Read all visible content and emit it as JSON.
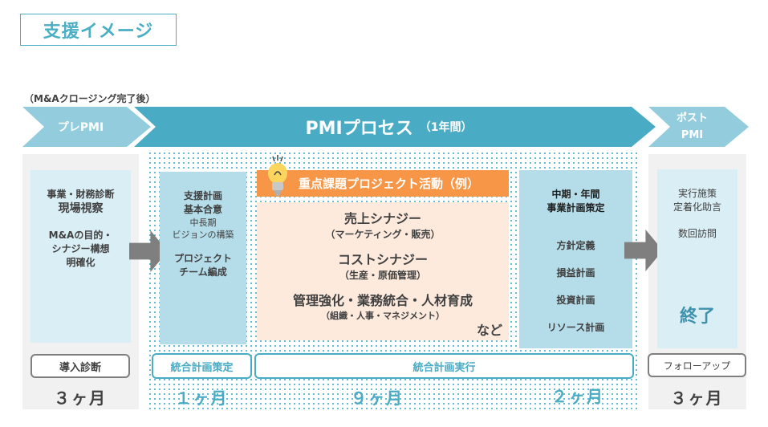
{
  "title": "支援イメージ",
  "note": "（M&Aクロージング完了後）",
  "phases": {
    "pre": {
      "label": "プレPMI"
    },
    "main": {
      "label": "PMIプロセス",
      "sublabel": "（1年間）"
    },
    "post": {
      "label_line1": "ポスト",
      "label_line2": "PMI"
    }
  },
  "pre_pmi": {
    "lines": [
      "事業・財務診断",
      "現場視察",
      "M&Aの目的・",
      "シナジー構想",
      "明確化"
    ],
    "stage_label": "導入診断",
    "duration": "３ヶ月"
  },
  "plan": {
    "lines": [
      "支援計画",
      "基本合意",
      "中長期",
      "ビジョンの構築",
      "プロジェクト",
      "チーム編成"
    ],
    "stage_label": "統合計画策定",
    "duration": "１ヶ月"
  },
  "projects": {
    "header": "重点課題プロジェクト活動（例）",
    "items": [
      {
        "title": "売上シナジー",
        "sub": "（マーケティング・販売）"
      },
      {
        "title": "コストシナジー",
        "sub": "（生産・原価管理）"
      },
      {
        "title": "管理強化・業務統合・人材育成",
        "sub": "（組織・人事・マネジメント）"
      }
    ],
    "etc": "など",
    "duration": "９ヶ月"
  },
  "business_plan": {
    "heading_line1": "中期・年間",
    "heading_line2": "事業計画策定",
    "items": [
      "方針定義",
      "損益計画",
      "投資計画",
      "リソース計画"
    ],
    "duration": "２ヶ月"
  },
  "execution": {
    "stage_label": "統合計画実行"
  },
  "post_pmi": {
    "lines": [
      "実行施策",
      "定着化助言",
      "数回訪問"
    ],
    "end_label": "終了",
    "stage_label": "フォローアップ",
    "duration": "３ヶ月"
  },
  "colors": {
    "accent_blue": "#4aabc4",
    "light_blue_chevron": "#92ccdd",
    "orange": "#f79646",
    "peach": "#fdeadd",
    "arrow_gray": "#7f7f7f"
  }
}
